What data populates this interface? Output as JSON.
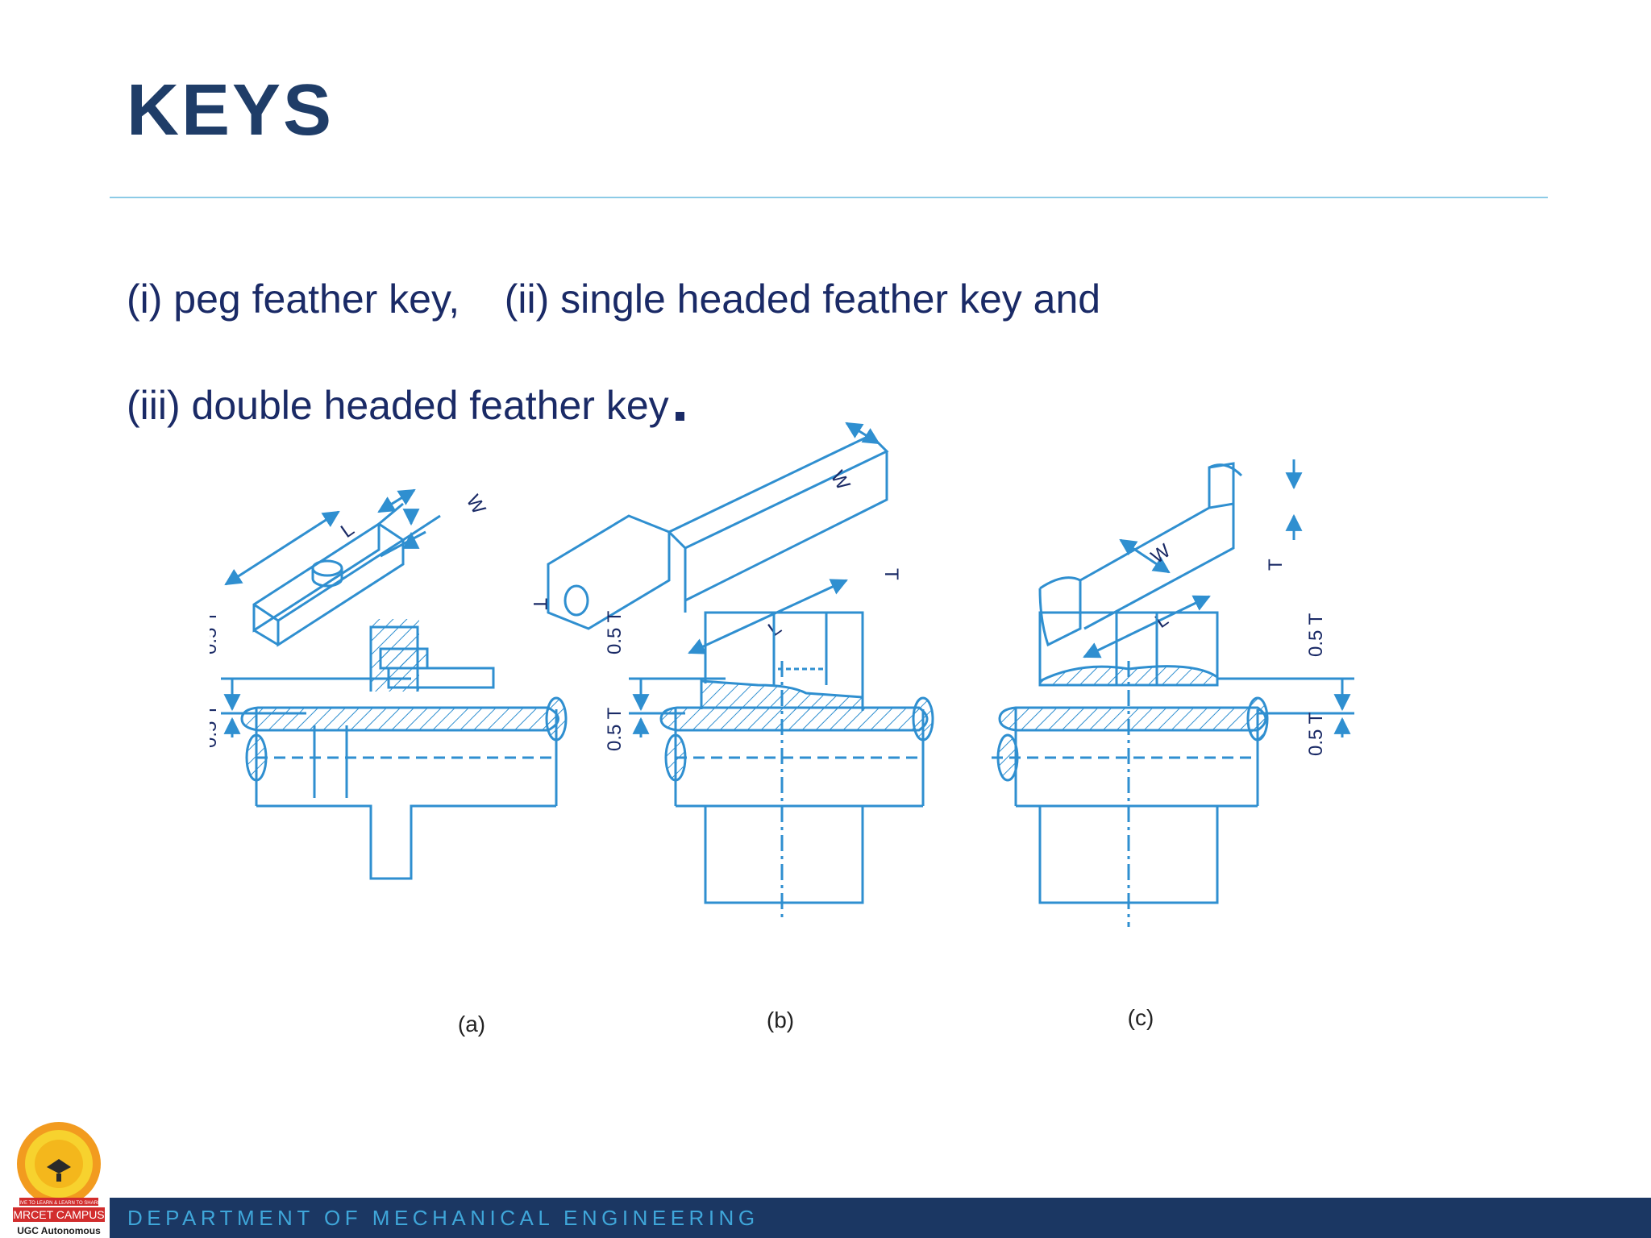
{
  "slide": {
    "title": "KEYS",
    "line1": "(i) peg feather key,    (ii) single headed feather key and",
    "line2": "(iii) double headed feather key"
  },
  "figure": {
    "captions": [
      "(a)",
      "(b)",
      "(c)"
    ],
    "dim_labels": {
      "L": "L",
      "W": "W",
      "T": "T",
      "half_T": "0.5 T"
    }
  },
  "footer": {
    "department": "DEPARTMENT OF MECHANICAL ENGINEERING",
    "logo_name": "MRCET CAMPUS",
    "logo_sub": "UGC Autonomous",
    "logo_motto": "LIVE TO LEARN & LEARN TO SHARE"
  },
  "colors": {
    "title": "#1f3d68",
    "text": "#1a2a66",
    "drawing": "#2f8fd0",
    "footer_bg": "#1b3763",
    "footer_text": "#3fa6d9",
    "rule": "#8ccbe6"
  }
}
